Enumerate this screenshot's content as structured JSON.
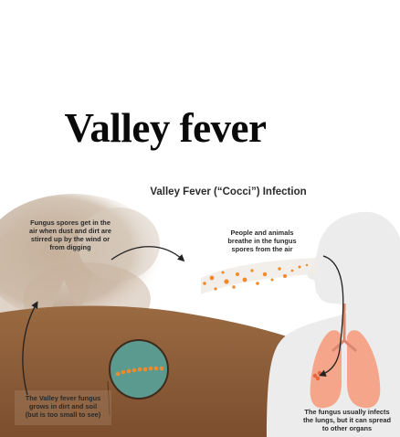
{
  "page": {
    "title": "Valley fever"
  },
  "infographic": {
    "title": "Valley Fever (“Cocci”) Infection",
    "captions": {
      "spores_airborne": "Fungus spores get in the\nair when dust and dirt are\nstirred up by the wind or\nfrom digging",
      "breathe_in": "People and animals\nbreathe in the fungus\nspores from the air",
      "grows_in_soil": "The Valley fever fungus\ngrows in dirt and soil\n(but is too small to see)",
      "infects_lungs": "The fungus usually infects\nthe lungs, but it can spread\nto other organs"
    },
    "colors": {
      "soil": "#8a5a36",
      "dust_cloud": "#c2ad98",
      "person_silhouette": "#ebebeb",
      "lungs": "#f4a58a",
      "spore_orange": "#f08a2a",
      "magnifier_fill": "#5a9a8f"
    }
  }
}
